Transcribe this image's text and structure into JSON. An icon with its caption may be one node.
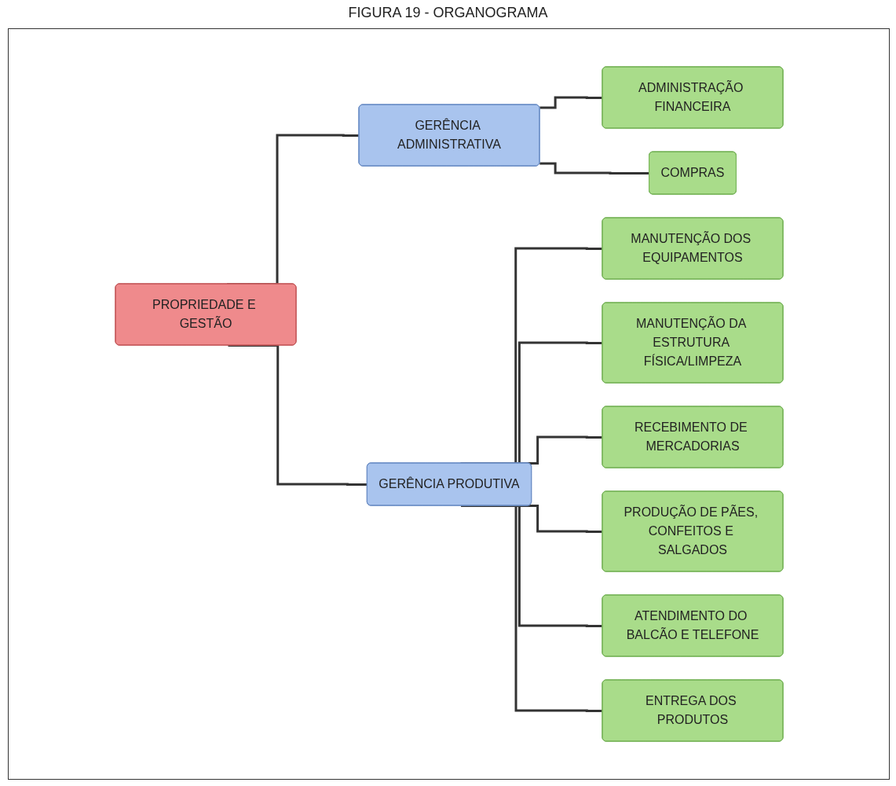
{
  "diagram": {
    "title": "FIGURA 19 - ORGANOGRAMA",
    "nodes": [
      {
        "text": [
          "PROPRIEDADE E GESTÃO"
        ]
      },
      {
        "text": [
          "GERÊNCIA ADMINISTRATIVA"
        ]
      },
      {
        "text": [
          "GERÊNCIA PRODUTIVA"
        ]
      },
      {
        "text": [
          "ADMINISTRAÇÃO FINANCEIRA"
        ]
      },
      {
        "text": [
          "COMPRAS"
        ]
      },
      {
        "text": [
          "MANUTENÇÃO DOS EQUIPAMENTOS"
        ]
      },
      {
        "text": [
          "MANUTENÇÃO DA ESTRUTURA FÍSICA/LIMPEZA"
        ]
      },
      {
        "text": [
          "RECEBIMENTO DE MERCADORIAS"
        ]
      },
      {
        "text": [
          "PRODUÇÃO DE PÃES, CONFEITOS E SALGADOS"
        ]
      },
      {
        "text": [
          "ATENDIMENTO DO BALCÃO E TELEFONE"
        ]
      },
      {
        "text": [
          "ENTREGA DOS PRODUTOS"
        ]
      }
    ],
    "edges": [
      {
        "from": 0,
        "to": 1,
        "arrow": "none"
      },
      {
        "from": 0,
        "to": 2,
        "arrow": "none"
      },
      {
        "from": 1,
        "to": 3,
        "arrow": "none"
      },
      {
        "from": 1,
        "to": 4,
        "arrow": "none"
      },
      {
        "from": 2,
        "to": 5,
        "arrow": "none"
      },
      {
        "from": 2,
        "to": 6,
        "arrow": "none"
      },
      {
        "from": 2,
        "to": 7,
        "arrow": "none"
      },
      {
        "from": 2,
        "to": 8,
        "arrow": "none"
      },
      {
        "from": 2,
        "to": 9,
        "arrow": "none"
      },
      {
        "from": 2,
        "to": 10,
        "arrow": "none"
      }
    ]
  }
}
